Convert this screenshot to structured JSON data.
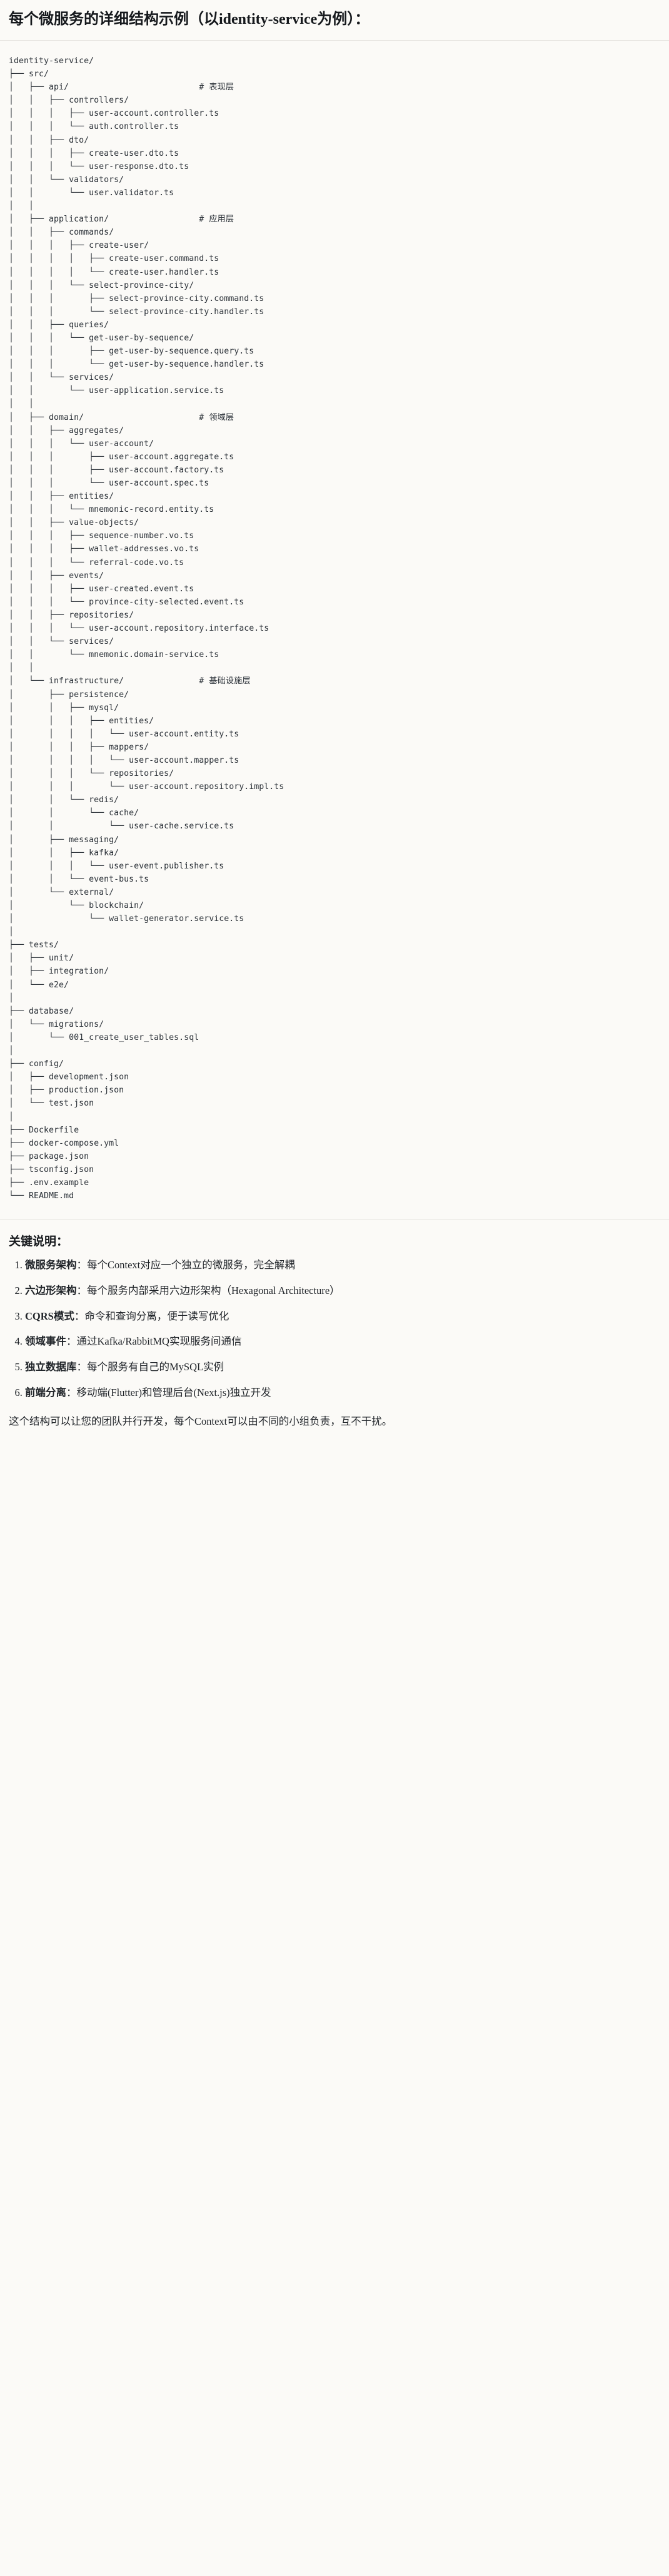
{
  "title": "每个微服务的详细结构示例（以identity-service为例）：",
  "tree": {
    "root_label": "identity-service/",
    "text": "identity-service/\n├── src/\n│   ├── api/                          # 表现层\n│   │   ├── controllers/\n│   │   │   ├── user-account.controller.ts\n│   │   │   └── auth.controller.ts\n│   │   ├── dto/\n│   │   │   ├── create-user.dto.ts\n│   │   │   └── user-response.dto.ts\n│   │   └── validators/\n│   │       └── user.validator.ts\n│   │\n│   ├── application/                  # 应用层\n│   │   ├── commands/\n│   │   │   ├── create-user/\n│   │   │   │   ├── create-user.command.ts\n│   │   │   │   └── create-user.handler.ts\n│   │   │   └── select-province-city/\n│   │   │       ├── select-province-city.command.ts\n│   │   │       └── select-province-city.handler.ts\n│   │   ├── queries/\n│   │   │   └── get-user-by-sequence/\n│   │   │       ├── get-user-by-sequence.query.ts\n│   │   │       └── get-user-by-sequence.handler.ts\n│   │   └── services/\n│   │       └── user-application.service.ts\n│   │\n│   ├── domain/                       # 领域层\n│   │   ├── aggregates/\n│   │   │   └── user-account/\n│   │   │       ├── user-account.aggregate.ts\n│   │   │       ├── user-account.factory.ts\n│   │   │       └── user-account.spec.ts\n│   │   ├── entities/\n│   │   │   └── mnemonic-record.entity.ts\n│   │   ├── value-objects/\n│   │   │   ├── sequence-number.vo.ts\n│   │   │   ├── wallet-addresses.vo.ts\n│   │   │   └── referral-code.vo.ts\n│   │   ├── events/\n│   │   │   ├── user-created.event.ts\n│   │   │   └── province-city-selected.event.ts\n│   │   ├── repositories/\n│   │   │   └── user-account.repository.interface.ts\n│   │   └── services/\n│   │       └── mnemonic.domain-service.ts\n│   │\n│   └── infrastructure/               # 基础设施层\n│       ├── persistence/\n│       │   ├── mysql/\n│       │   │   ├── entities/\n│       │   │   │   └── user-account.entity.ts\n│       │   │   ├── mappers/\n│       │   │   │   └── user-account.mapper.ts\n│       │   │   └── repositories/\n│       │   │       └── user-account.repository.impl.ts\n│       │   └── redis/\n│       │       └── cache/\n│       │           └── user-cache.service.ts\n│       ├── messaging/\n│       │   ├── kafka/\n│       │   │   └── user-event.publisher.ts\n│       │   └── event-bus.ts\n│       └── external/\n│           └── blockchain/\n│               └── wallet-generator.service.ts\n│\n├── tests/\n│   ├── unit/\n│   ├── integration/\n│   └── e2e/\n│\n├── database/\n│   └── migrations/\n│       └── 001_create_user_tables.sql\n│\n├── config/\n│   ├── development.json\n│   ├── production.json\n│   └── test.json\n│\n├── Dockerfile\n├── docker-compose.yml\n├── package.json\n├── tsconfig.json\n├── .env.example\n└── README.md",
    "layer_comments": [
      {
        "path": "api/",
        "comment": "# 表现层"
      },
      {
        "path": "application/",
        "comment": "# 应用层"
      },
      {
        "path": "domain/",
        "comment": "# 领域层"
      },
      {
        "path": "infrastructure/",
        "comment": "# 基础设施层"
      }
    ]
  },
  "notes": {
    "heading": "关键说明：",
    "items": [
      {
        "term": "微服务架构",
        "sep": "：",
        "desc": "每个Context对应一个独立的微服务，完全解耦"
      },
      {
        "term": "六边形架构",
        "sep": "：",
        "desc": "每个服务内部采用六边形架构（Hexagonal Architecture）"
      },
      {
        "term": "CQRS模式",
        "sep": "：",
        "desc": "命令和查询分离，便于读写优化"
      },
      {
        "term": "领域事件",
        "sep": "：",
        "desc": "通过Kafka/RabbitMQ实现服务间通信"
      },
      {
        "term": "独立数据库",
        "sep": "：",
        "desc": "每个服务有自己的MySQL实例"
      },
      {
        "term": "前端分离",
        "sep": "：",
        "desc": "移动端(Flutter)和管理后台(Next.js)独立开发"
      }
    ],
    "closing": "这个结构可以让您的团队并行开发，每个Context可以由不同的小组负责，互不干扰。"
  }
}
